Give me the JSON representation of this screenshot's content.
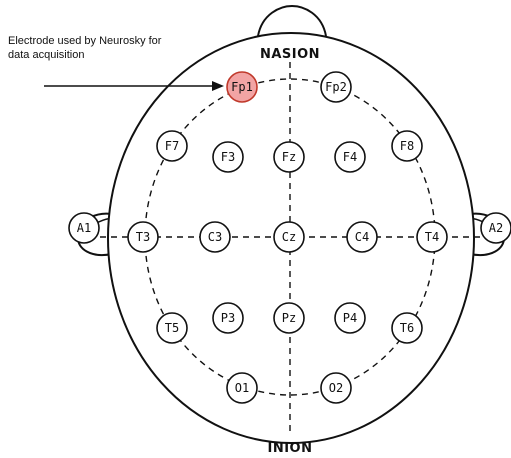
{
  "annotation": {
    "line1": "Electrode used by Neurosky for",
    "line2": "data acquisition"
  },
  "landmarks": {
    "top": "NASION",
    "bottom": "INION"
  },
  "highlight_color": "#f2a4a4",
  "electrodes": [
    {
      "id": "fp1",
      "label": "Fp1",
      "highlight": true
    },
    {
      "id": "fp2",
      "label": "Fp2",
      "highlight": false
    },
    {
      "id": "f7",
      "label": "F7",
      "highlight": false
    },
    {
      "id": "f3",
      "label": "F3",
      "highlight": false
    },
    {
      "id": "fz",
      "label": "Fz",
      "highlight": false
    },
    {
      "id": "f4",
      "label": "F4",
      "highlight": false
    },
    {
      "id": "f8",
      "label": "F8",
      "highlight": false
    },
    {
      "id": "a1",
      "label": "A1",
      "highlight": false
    },
    {
      "id": "t3",
      "label": "T3",
      "highlight": false
    },
    {
      "id": "c3",
      "label": "C3",
      "highlight": false
    },
    {
      "id": "cz",
      "label": "Cz",
      "highlight": false
    },
    {
      "id": "c4",
      "label": "C4",
      "highlight": false
    },
    {
      "id": "t4",
      "label": "T4",
      "highlight": false
    },
    {
      "id": "a2",
      "label": "A2",
      "highlight": false
    },
    {
      "id": "t5",
      "label": "T5",
      "highlight": false
    },
    {
      "id": "p3",
      "label": "P3",
      "highlight": false
    },
    {
      "id": "pz",
      "label": "Pz",
      "highlight": false
    },
    {
      "id": "p4",
      "label": "P4",
      "highlight": false
    },
    {
      "id": "t6",
      "label": "T6",
      "highlight": false
    },
    {
      "id": "o1",
      "label": "O1",
      "highlight": false
    },
    {
      "id": "o2",
      "label": "O2",
      "highlight": false
    }
  ]
}
